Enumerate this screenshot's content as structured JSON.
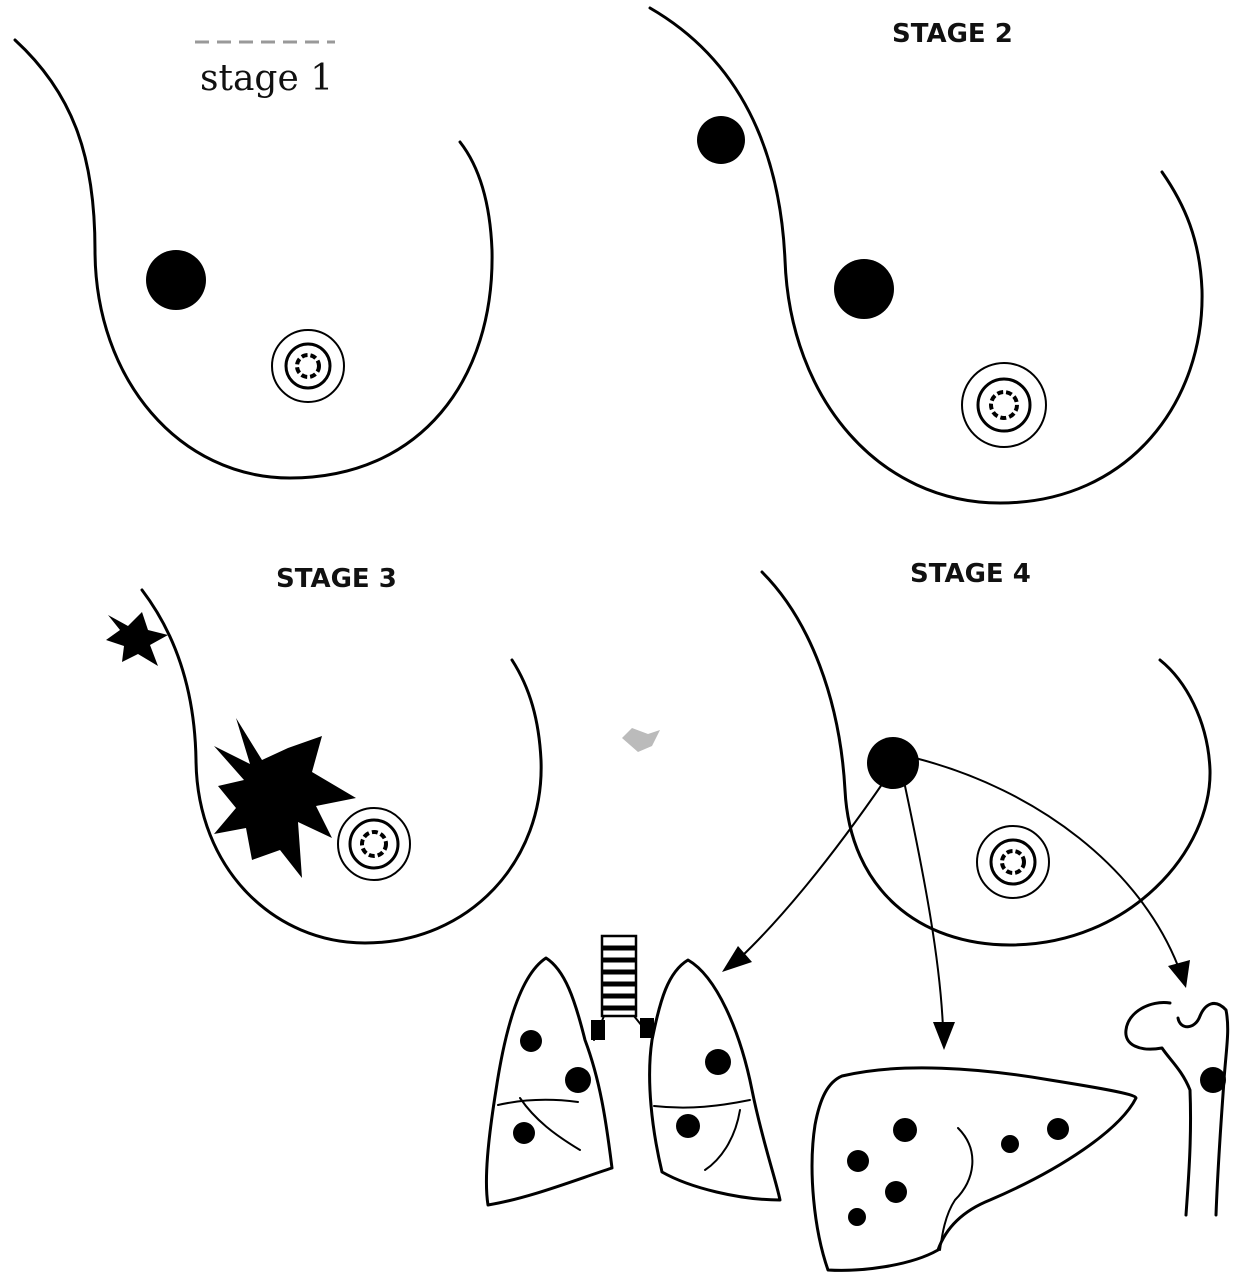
{
  "panels": [
    {
      "id": "stage-1",
      "label": "stage 1"
    },
    {
      "id": "stage-2",
      "label": "STAGE 2"
    },
    {
      "id": "stage-3",
      "label": "STAGE 3"
    },
    {
      "id": "stage-4",
      "label": "STAGE 4"
    }
  ],
  "colors": {
    "ink": "#000000",
    "background": "#ffffff"
  }
}
